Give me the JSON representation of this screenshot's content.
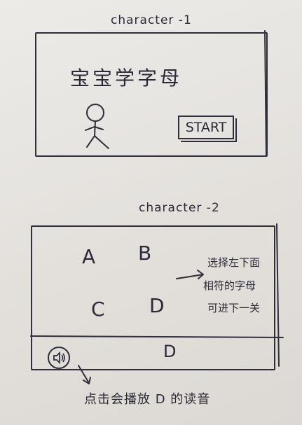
{
  "screen1": {
    "title": "character -1",
    "heading": "宝宝学字母",
    "start_button": "START",
    "figure_icon": "stick-figure-icon"
  },
  "screen2": {
    "title": "character -2",
    "letters": [
      "A",
      "B",
      "C",
      "D"
    ],
    "target_letter": "D",
    "annotation_lines": [
      "选择左下面",
      "相符的字母",
      "可进下一关"
    ],
    "sound_icon": "speaker-sound-icon",
    "sound_note": "点击会播放 D 的读音"
  },
  "colors": {
    "ink": "#2f2e3a",
    "paper": "#e6e3df"
  }
}
